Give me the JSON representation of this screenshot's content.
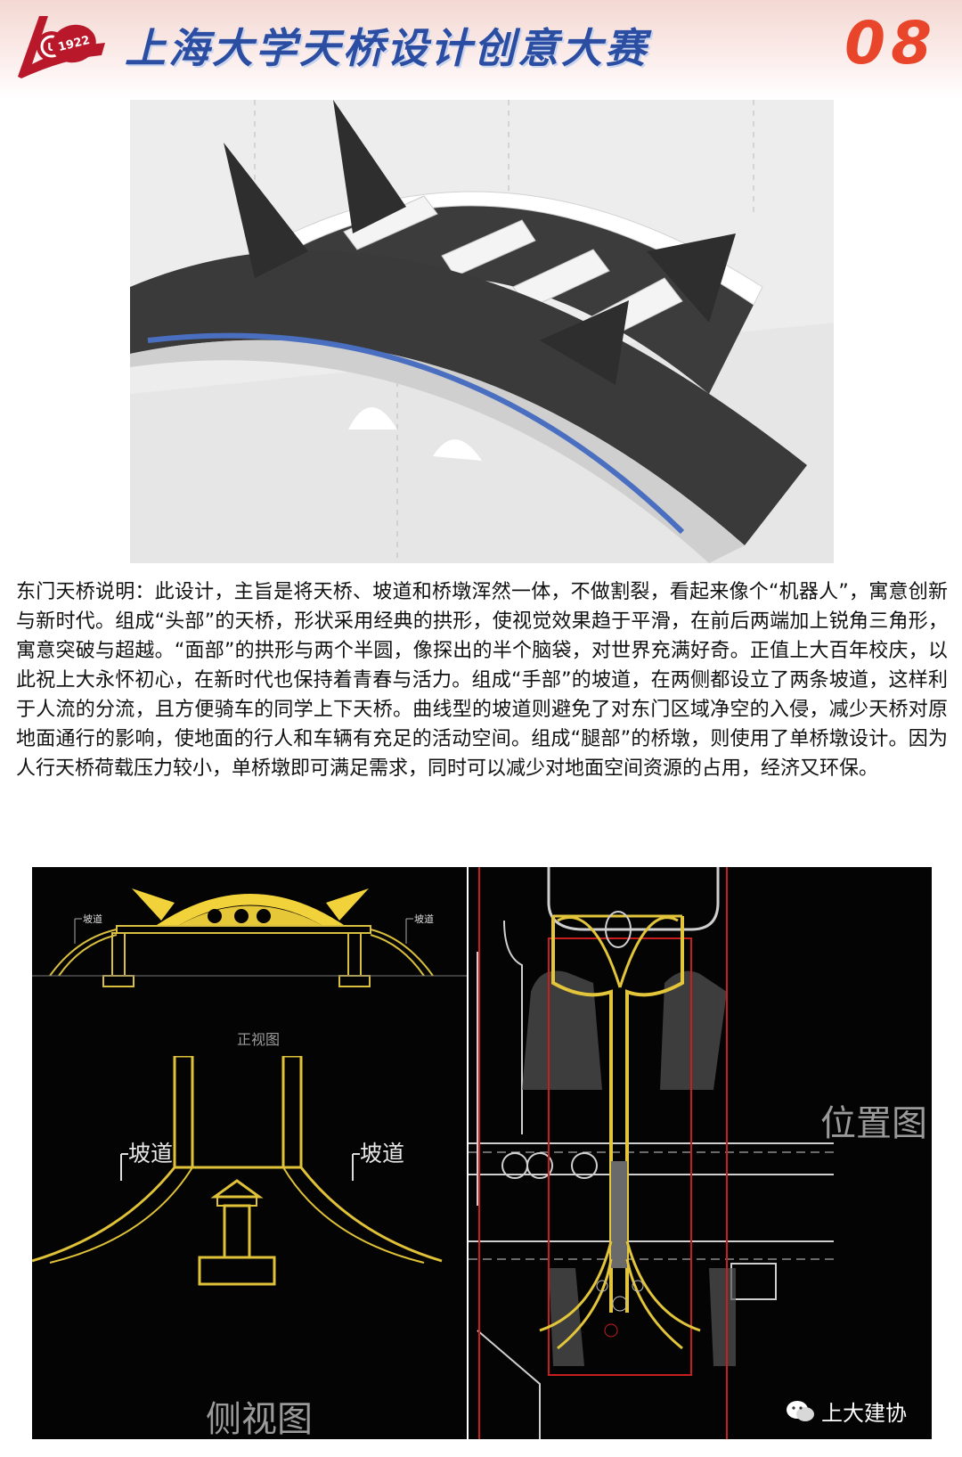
{
  "header": {
    "title": "上海大学天桥设计创意大赛",
    "page_number": "08",
    "logo_year": "1922"
  },
  "description": "东门天桥说明：此设计，主旨是将天桥、坡道和桥墩浑然一体，不做割裂，看起来像个“机器人”，寓意创新与新时代。组成“头部”的天桥，形状采用经典的拱形，使视觉效果趋于平滑，在前后两端加上锐角三角形，寓意突破与超越。“面部”的拱形与两个半圆，像探出的半个脑袋，对世界充满好奇。正值上大百年校庆，以此祝上大永怀初心，在新时代也保持着青春与活力。组成“手部”的坡道，在两侧都设立了两条坡道，这样利于人流的分流，且方便骑车的同学上下天桥。曲线型的坡道则避免了对东门区域净空的入侵，减少天桥对原地面通行的影响，使地面的行人和车辆有充足的活动空间。组成“腿部”的桥墩，则使用了单桥墩设计。因为人行天桥荷载压力较小，单桥墩即可满足需求，同时可以减少对地面空间资源的占用，经济又环保。",
  "drawings": {
    "front_view": {
      "label": "正视图",
      "ramp_left": "坡道",
      "ramp_right": "坡道"
    },
    "side_view": {
      "label": "侧视图",
      "ramp_left": "坡道",
      "ramp_right": "坡道"
    },
    "site_plan": {
      "label": "位置图"
    }
  },
  "watermark": {
    "text": "上大建协"
  },
  "colors": {
    "title_blue": "#2b4ea2",
    "page_number_red": "#e8452b",
    "cad_yellow": "#f2d23a",
    "cad_line_yellow": "#d8bf3f",
    "cad_red": "#c81e1e"
  }
}
